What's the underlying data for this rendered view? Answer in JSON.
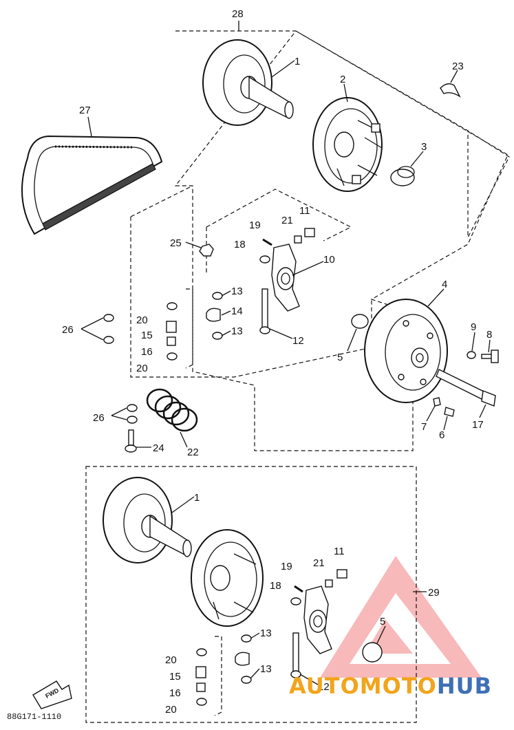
{
  "diagram": {
    "code": "88G171-1110",
    "fwd_label": "FWD",
    "watermark": {
      "prefix": "AUTOMOTO",
      "suffix": "HUB",
      "prefix_color": "#f2a41c",
      "suffix_color": "#3f6fb5",
      "triangle_color": "#f28080"
    },
    "labels": {
      "n1": "1",
      "n2": "2",
      "n3": "3",
      "n4": "4",
      "n5": "5",
      "n6": "6",
      "n7": "7",
      "n8": "8",
      "n9": "9",
      "n10": "10",
      "n11": "11",
      "n12": "12",
      "n13a": "13",
      "n13b": "13",
      "n14": "14",
      "n15": "15",
      "n16": "16",
      "n17": "17",
      "n18": "18",
      "n19": "19",
      "n20a": "20",
      "n20b": "20",
      "n21": "21",
      "n22": "22",
      "n23": "23",
      "n24": "24",
      "n25": "25",
      "n26a": "26",
      "n26b": "26",
      "n27": "27",
      "n28": "28",
      "b1": "1",
      "b5": "5",
      "b11": "11",
      "b12": "12",
      "b13a": "13",
      "b13b": "13",
      "b15": "15",
      "b16": "16",
      "b18": "18",
      "b19": "19",
      "b20a": "20",
      "b20b": "20",
      "b21": "21",
      "b29": "29"
    }
  }
}
